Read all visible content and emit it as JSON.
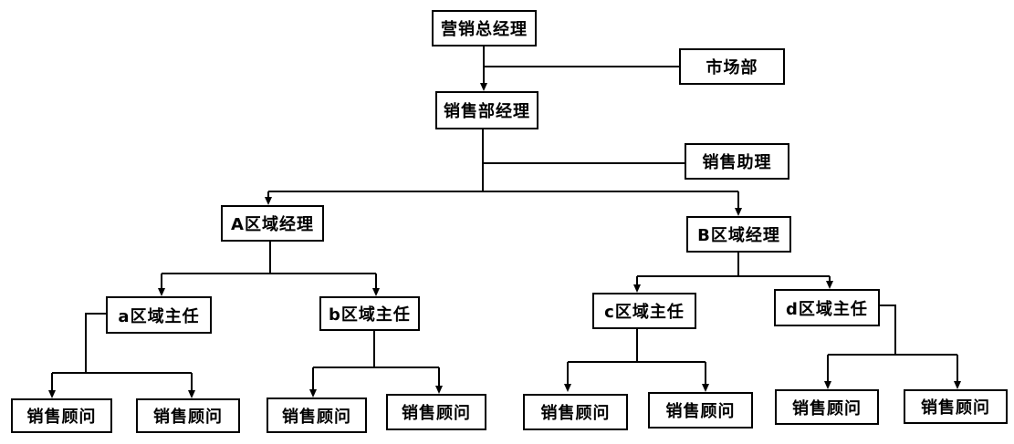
{
  "diagram": {
    "type": "org-chart",
    "background_color": "#ffffff",
    "line_color": "#000000",
    "box_border_color": "#000000",
    "box_fill_color": "#ffffff",
    "text_color": "#000000",
    "nodes": [
      {
        "id": "marketing-general-manager",
        "label": "营销总经理",
        "level": 1
      },
      {
        "id": "marketing-department",
        "label": "市场部",
        "level": 1,
        "role": "staff-side-box"
      },
      {
        "id": "sales-department-manager",
        "label": "销售部经理",
        "level": 2
      },
      {
        "id": "sales-assistant",
        "label": "销售助理",
        "level": 2,
        "role": "staff-side-box"
      },
      {
        "id": "region-A-manager",
        "label": "A区域经理",
        "level": 3
      },
      {
        "id": "region-B-manager",
        "label": "B区域经理",
        "level": 3
      },
      {
        "id": "area-a-director",
        "label": "a区域主任",
        "level": 4
      },
      {
        "id": "area-b-director",
        "label": "b区域主任",
        "level": 4
      },
      {
        "id": "area-c-director",
        "label": "c区域主任",
        "level": 4
      },
      {
        "id": "area-d-director",
        "label": "d区域主任",
        "level": 4
      },
      {
        "id": "sales-consultant-1",
        "label": "销售顾问",
        "level": 5
      },
      {
        "id": "sales-consultant-2",
        "label": "销售顾问",
        "level": 5
      },
      {
        "id": "sales-consultant-3",
        "label": "销售顾问",
        "level": 5
      },
      {
        "id": "sales-consultant-4",
        "label": "销售顾问",
        "level": 5
      },
      {
        "id": "sales-consultant-5",
        "label": "销售顾问",
        "level": 5
      },
      {
        "id": "sales-consultant-6",
        "label": "销售顾问",
        "level": 5
      },
      {
        "id": "sales-consultant-7",
        "label": "销售顾问",
        "level": 5
      },
      {
        "id": "sales-consultant-8",
        "label": "销售顾问",
        "level": 5
      }
    ],
    "edges": [
      {
        "from": "marketing-general-manager",
        "to": "marketing-department",
        "arrow": false
      },
      {
        "from": "marketing-general-manager",
        "to": "sales-department-manager",
        "arrow": true
      },
      {
        "from": "sales-department-manager",
        "to": "sales-assistant",
        "arrow": false
      },
      {
        "from": "sales-department-manager",
        "to": "region-A-manager",
        "arrow": true
      },
      {
        "from": "sales-department-manager",
        "to": "region-B-manager",
        "arrow": true
      },
      {
        "from": "region-A-manager",
        "to": "area-a-director",
        "arrow": true
      },
      {
        "from": "region-A-manager",
        "to": "area-b-director",
        "arrow": true
      },
      {
        "from": "region-B-manager",
        "to": "area-c-director",
        "arrow": true
      },
      {
        "from": "region-B-manager",
        "to": "area-d-director",
        "arrow": true
      },
      {
        "from": "area-a-director",
        "to": "sales-consultant-1",
        "arrow": true
      },
      {
        "from": "area-a-director",
        "to": "sales-consultant-2",
        "arrow": true
      },
      {
        "from": "area-b-director",
        "to": "sales-consultant-3",
        "arrow": true
      },
      {
        "from": "area-b-director",
        "to": "sales-consultant-4",
        "arrow": true
      },
      {
        "from": "area-c-director",
        "to": "sales-consultant-5",
        "arrow": true
      },
      {
        "from": "area-c-director",
        "to": "sales-consultant-6",
        "arrow": true
      },
      {
        "from": "area-d-director",
        "to": "sales-consultant-7",
        "arrow": true
      },
      {
        "from": "area-d-director",
        "to": "sales-consultant-8",
        "arrow": true
      }
    ]
  }
}
